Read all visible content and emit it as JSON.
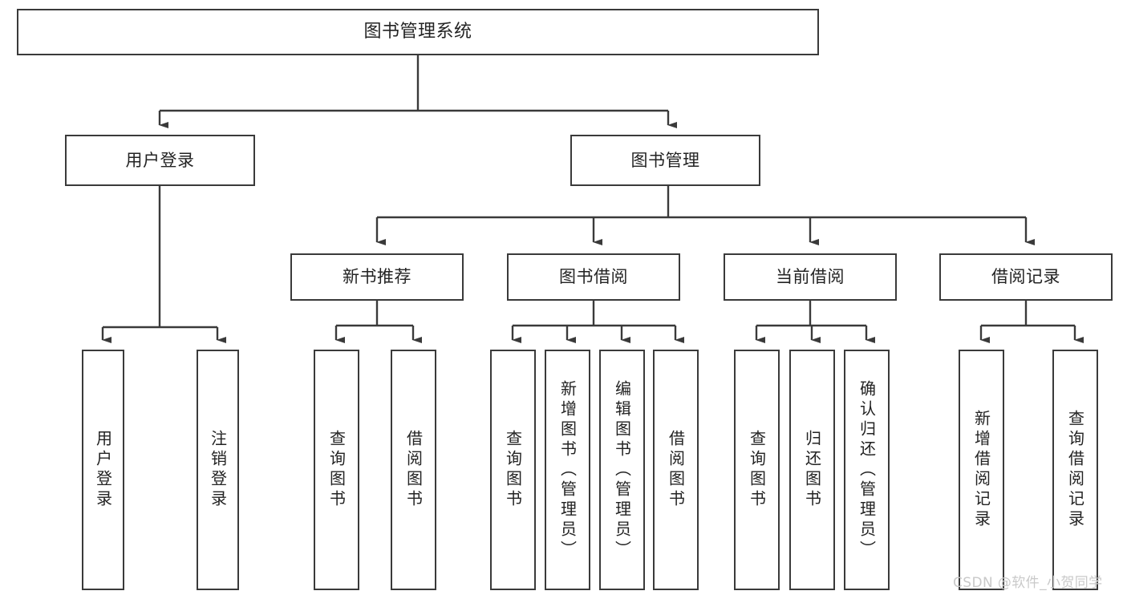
{
  "diagram": {
    "title": "图书管理系统",
    "watermark": "CSDN @软件_小贺同学",
    "style": {
      "box_border": "#3a3a3a",
      "box_fill": "#ffffff",
      "line": "#3a3a3a",
      "text": "#232323",
      "watermark_color": "#c9c9c9",
      "background": "#ffffff"
    },
    "nodes": {
      "root": "图书管理系统",
      "level1": [
        "用户登录",
        "图书管理"
      ],
      "level2": [
        "新书推荐",
        "图书借阅",
        "当前借阅",
        "借阅记录"
      ],
      "leaves": {
        "user_login": [
          "用户登录",
          "注销登录"
        ],
        "new_book_recommend": [
          "查询图书",
          "借阅图书"
        ],
        "book_borrow": [
          "查询图书",
          "新增图书（管理员）",
          "编辑图书（管理员）",
          "借阅图书"
        ],
        "current_borrow": [
          "查询图书",
          "归还图书",
          "确认归还（管理员）"
        ],
        "borrow_record": [
          "新增借阅记录",
          "查询借阅记录"
        ]
      }
    },
    "edges": [
      {
        "from": "图书管理系统",
        "to": "用户登录"
      },
      {
        "from": "图书管理系统",
        "to": "图书管理"
      },
      {
        "from": "用户登录",
        "to": "用户登录"
      },
      {
        "from": "用户登录",
        "to": "注销登录"
      },
      {
        "from": "图书管理",
        "to": "新书推荐"
      },
      {
        "from": "图书管理",
        "to": "图书借阅"
      },
      {
        "from": "图书管理",
        "to": "当前借阅"
      },
      {
        "from": "图书管理",
        "to": "借阅记录"
      },
      {
        "from": "新书推荐",
        "to": "查询图书"
      },
      {
        "from": "新书推荐",
        "to": "借阅图书"
      },
      {
        "from": "图书借阅",
        "to": "查询图书"
      },
      {
        "from": "图书借阅",
        "to": "新增图书（管理员）"
      },
      {
        "from": "图书借阅",
        "to": "编辑图书（管理员）"
      },
      {
        "from": "图书借阅",
        "to": "借阅图书"
      },
      {
        "from": "当前借阅",
        "to": "查询图书"
      },
      {
        "from": "当前借阅",
        "to": "归还图书"
      },
      {
        "from": "当前借阅",
        "to": "确认归还（管理员）"
      },
      {
        "from": "借阅记录",
        "to": "新增借阅记录"
      },
      {
        "from": "借阅记录",
        "to": "查询借阅记录"
      }
    ]
  }
}
